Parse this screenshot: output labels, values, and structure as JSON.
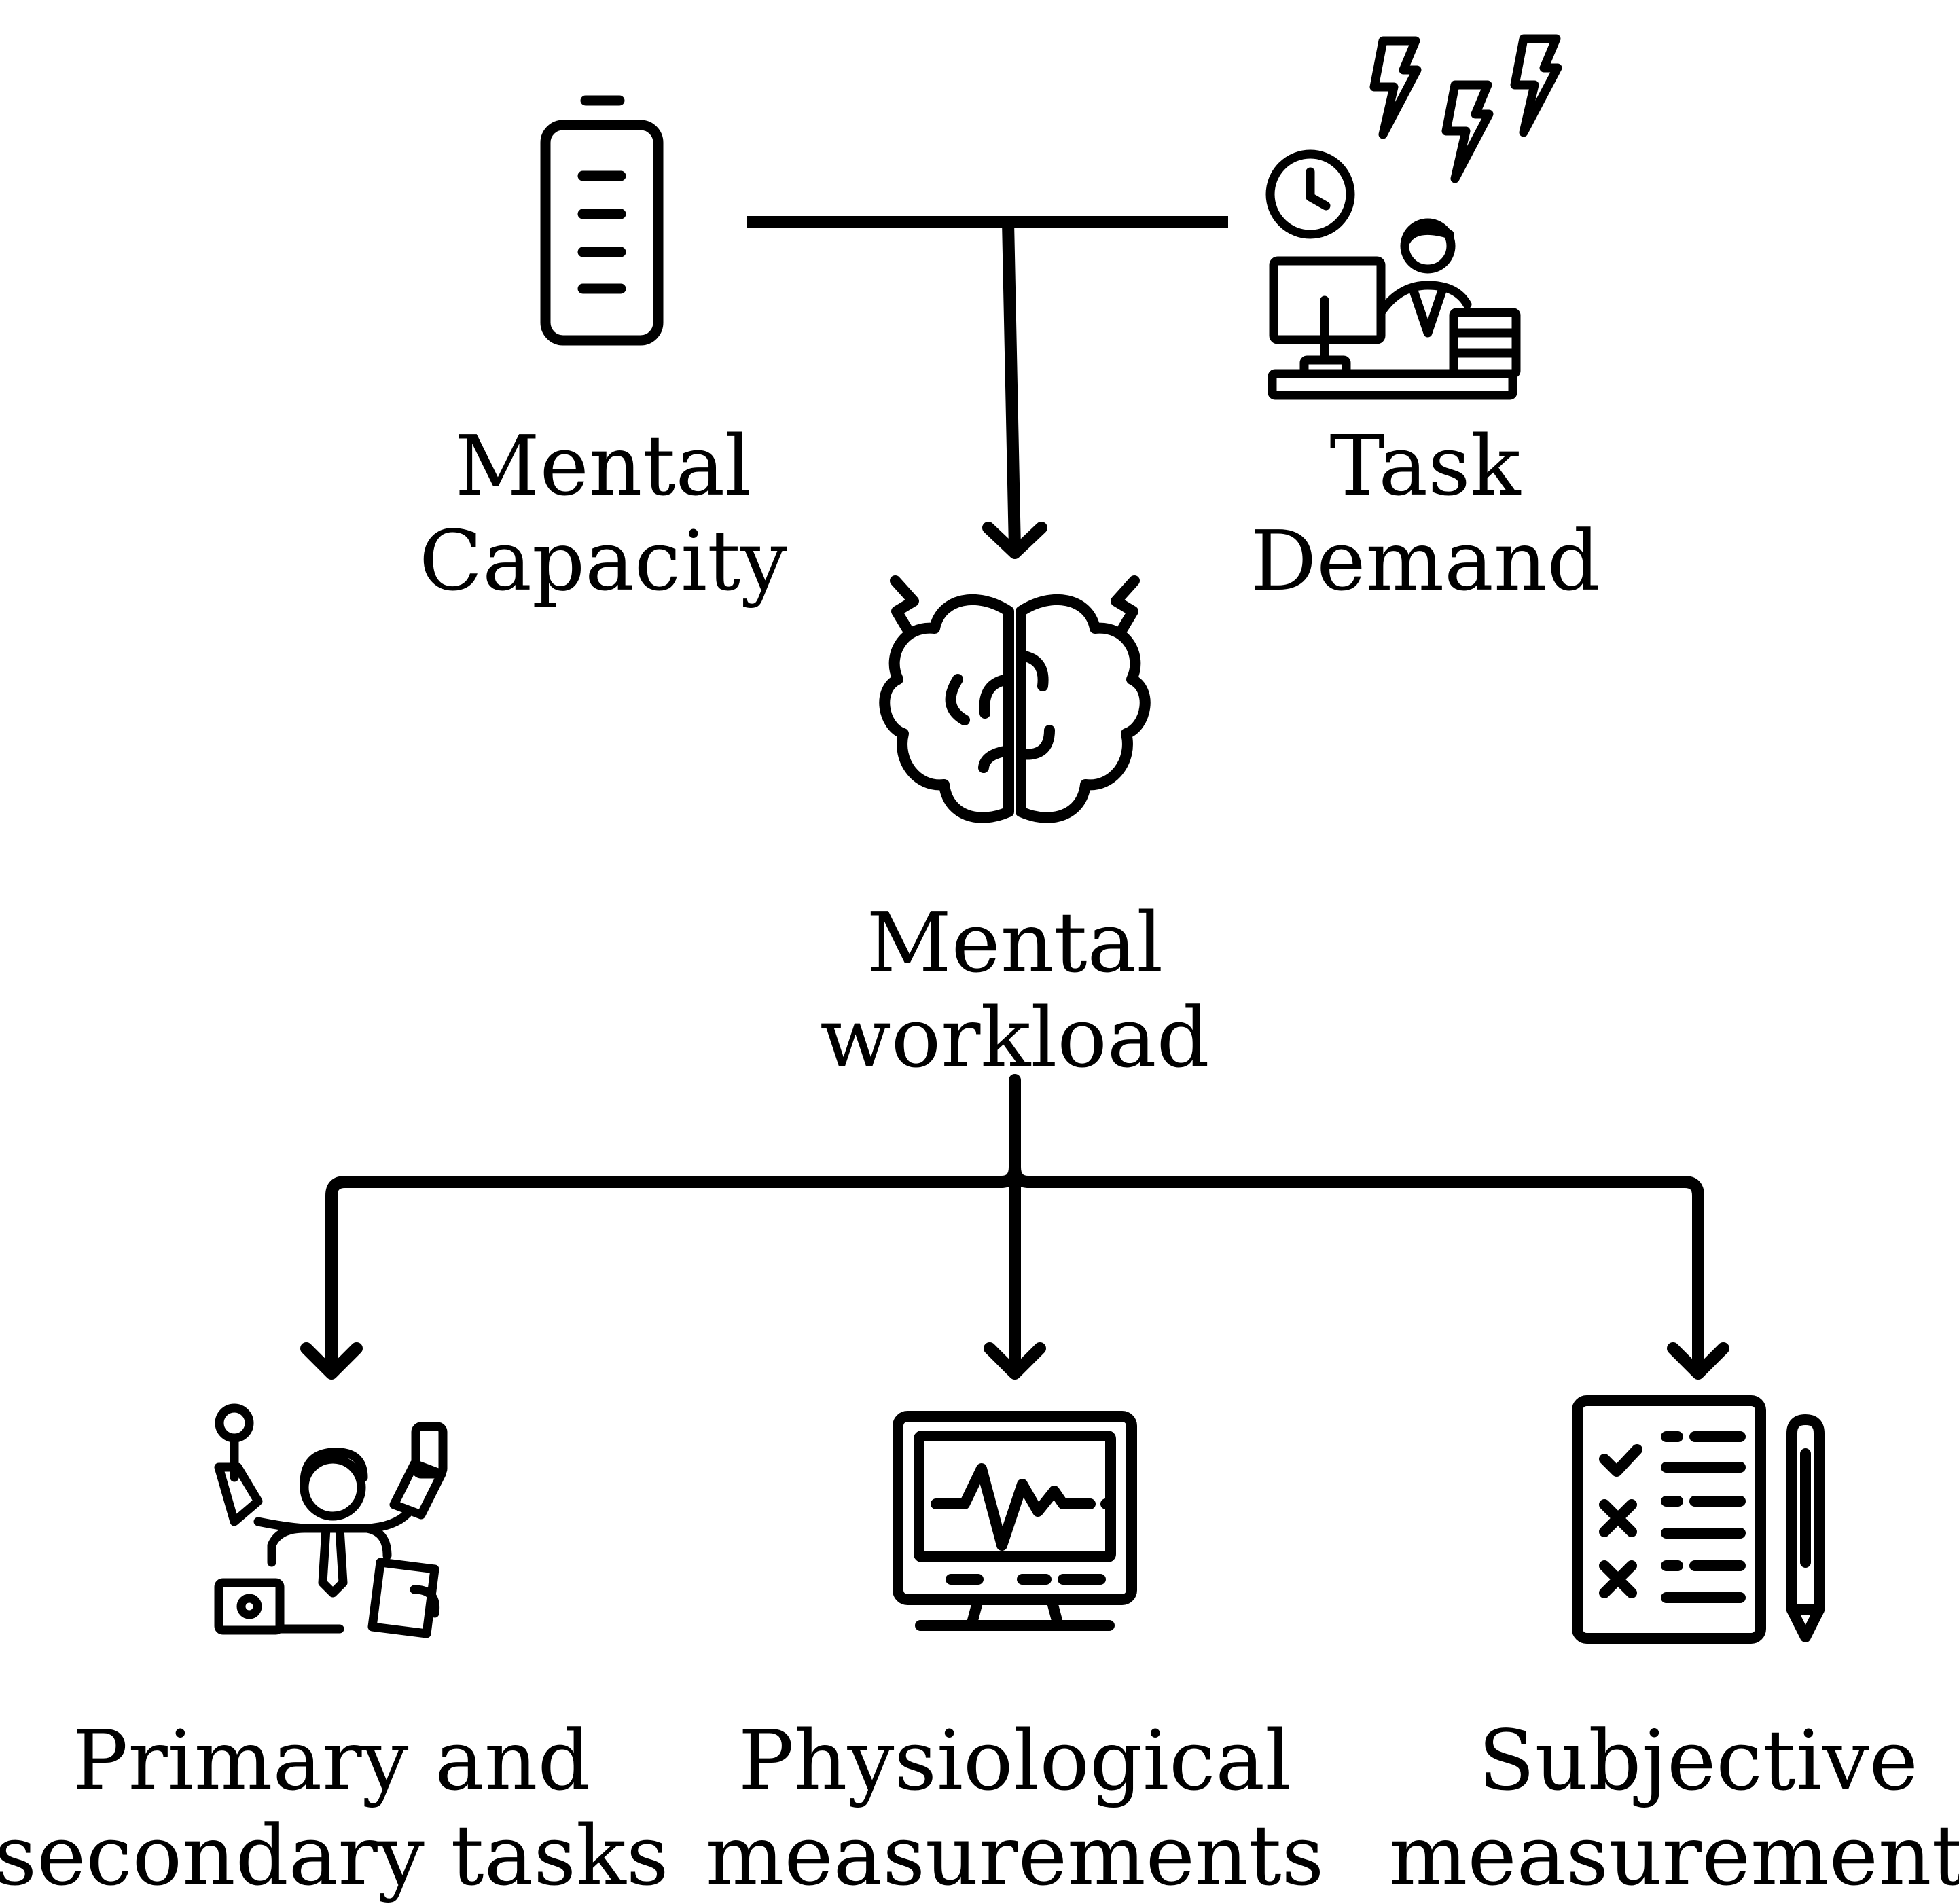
{
  "diagram": {
    "stroke_color": "#000000",
    "background": "#ffffff"
  },
  "nodes": {
    "mental_capacity": {
      "line1": "Mental",
      "line2": "Capacity",
      "icon": "battery-icon"
    },
    "task_demand": {
      "line1": "Task",
      "line2": "Demand",
      "icon": "stressed-worker-icon"
    },
    "mental_workload": {
      "line1": "Mental",
      "line2": "workload",
      "icon": "brain-icon"
    },
    "primary_secondary": {
      "line1": "Primary and",
      "line2": "secondary tasks",
      "icon": "multitasking-person-icon"
    },
    "physiological": {
      "line1": "Physiological",
      "line2": "measurements",
      "icon": "heart-monitor-icon"
    },
    "subjective": {
      "line1": "Subjective",
      "line2": "measurements",
      "icon": "checklist-icon"
    }
  }
}
